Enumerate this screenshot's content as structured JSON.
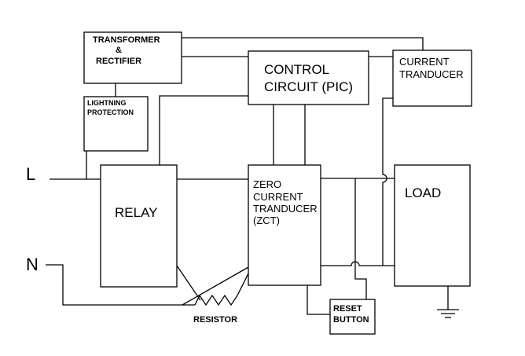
{
  "diagram": {
    "blocks": {
      "transformer": {
        "lines": [
          "TRANSFORMER",
          "&",
          "RECTIFIER"
        ]
      },
      "lightning": {
        "lines": [
          "LIGHTNING",
          "PROTECTION"
        ]
      },
      "control": {
        "lines": [
          "CONTROL",
          "CIRCUIT (PIC)"
        ]
      },
      "current": {
        "lines": [
          "CURRENT",
          "TRANDUCER"
        ]
      },
      "relay": {
        "lines": [
          "RELAY"
        ]
      },
      "zct": {
        "lines": [
          "ZERO",
          "CURRENT",
          "TRANDUCER",
          "(ZCT)"
        ]
      },
      "load": {
        "lines": [
          "LOAD"
        ]
      },
      "reset": {
        "lines": [
          "RESET",
          "BUTTON"
        ]
      }
    },
    "terminals": {
      "live": "L",
      "neutral": "N"
    },
    "labels": {
      "resistor": "RESISTOR"
    }
  }
}
